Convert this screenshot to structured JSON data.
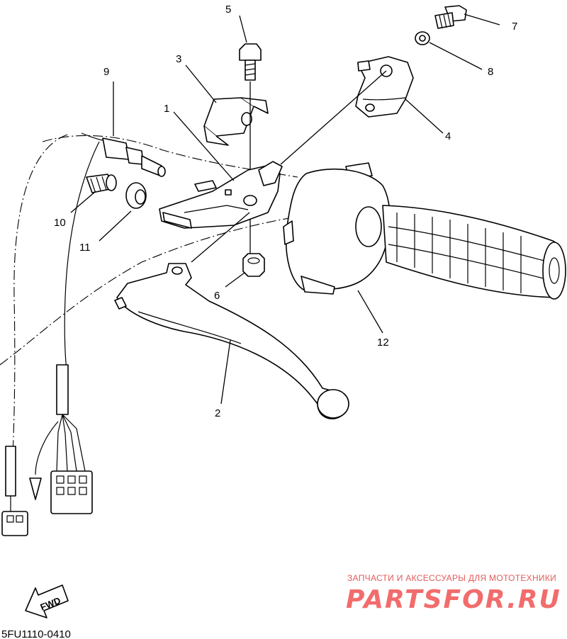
{
  "callouts": [
    {
      "id": "1",
      "label": "1"
    },
    {
      "id": "2",
      "label": "2"
    },
    {
      "id": "3",
      "label": "3"
    },
    {
      "id": "4",
      "label": "4"
    },
    {
      "id": "5",
      "label": "5"
    },
    {
      "id": "6",
      "label": "6"
    },
    {
      "id": "7",
      "label": "7"
    },
    {
      "id": "8",
      "label": "8"
    },
    {
      "id": "9",
      "label": "9"
    },
    {
      "id": "10",
      "label": "10"
    },
    {
      "id": "11",
      "label": "11"
    },
    {
      "id": "12",
      "label": "12"
    }
  ],
  "fwd_label": "FWD",
  "diagram_code": "5FU1110-0410",
  "watermark": {
    "tagline": "ЗАПЧАСТИ И АКСЕССУАРЫ ДЛЯ МОТОТЕХНИКИ",
    "brand": "PARTSFOR.RU",
    "color": "#f26c6c"
  }
}
